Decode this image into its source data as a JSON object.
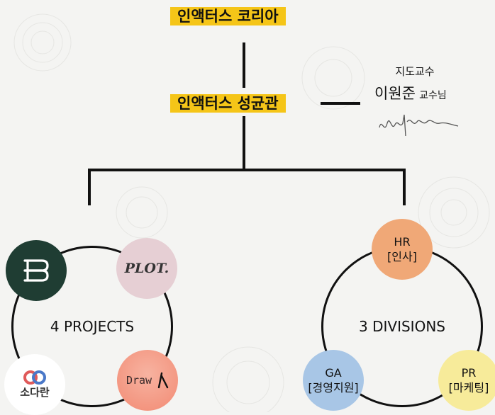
{
  "top_node": {
    "label": "인액터스 코리아"
  },
  "mid_node": {
    "label": "인액터스 성균관"
  },
  "advisor": {
    "title": "지도교수",
    "name": "이원준",
    "suffix": "교수님"
  },
  "projects": {
    "label": "4 PROJECTS",
    "items": [
      {
        "name": "project-logo-1",
        "text": "",
        "color": "#1f3d33"
      },
      {
        "name": "plot-logo",
        "text": "PLOT.",
        "color": "#e6cfd4"
      },
      {
        "name": "sodaran-logo",
        "text": "소다란",
        "color": "#ffffff"
      },
      {
        "name": "draw-logo",
        "text": "Draw",
        "color": "#f4907a"
      }
    ]
  },
  "divisions": {
    "label": "3 DIVISIONS",
    "items": [
      {
        "abbr": "HR",
        "name": "[인사]",
        "color": "#f0a877"
      },
      {
        "abbr": "GA",
        "name": "[경영지원]",
        "color": "#a8c6e6"
      },
      {
        "abbr": "PR",
        "name": "[마케팅]",
        "color": "#f7eb9a"
      }
    ]
  }
}
